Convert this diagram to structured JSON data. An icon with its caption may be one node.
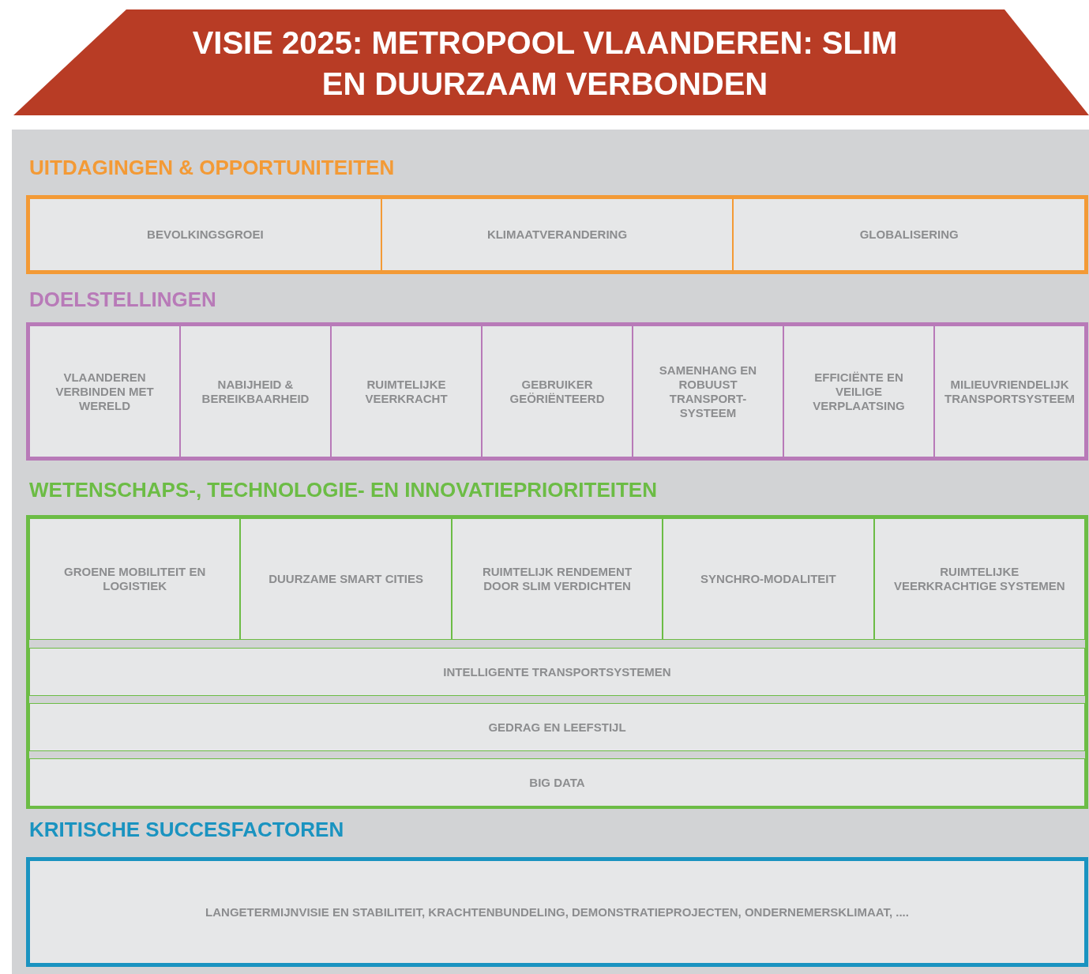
{
  "diagram": {
    "title": "VISIE 2025: METROPOOL VLAANDEREN: SLIM EN DUURZAAM VERBONDEN",
    "nodes": [
      {
        "text": [
          "UITDAGINGEN & OPPORTUNITEITEN"
        ]
      },
      {
        "text": [
          "BEVOLKINGSGROEI"
        ],
        "in": 0
      },
      {
        "text": [
          "KLIMAATVERANDERING"
        ],
        "in": 0
      },
      {
        "text": [
          "GLOBALISERING"
        ],
        "in": 0
      },
      {
        "text": [
          "DOELSTELLINGEN"
        ]
      },
      {
        "text": [
          "VLAANDEREN VERBINDEN MET WERELD"
        ],
        "in": 4
      },
      {
        "text": [
          "NABIJHEID & BEREIKBAARHEID"
        ],
        "in": 4
      },
      {
        "text": [
          "RUIMTELIJKE VEERKRACHT"
        ],
        "in": 4
      },
      {
        "text": [
          "GEBRUIKER GEÖRIËNTEERD"
        ],
        "in": 4
      },
      {
        "text": [
          "SAMENHANG EN ROBUUST TRANSPORT-SYSTEEM"
        ],
        "in": 4
      },
      {
        "text": [
          "EFFICIËNTE EN VEILIGE VERPLAATSING"
        ],
        "in": 4
      },
      {
        "text": [
          "MILIEUVRIENDELIJK TRANSPORTSYSTEEM"
        ],
        "in": 4
      },
      {
        "text": [
          "WETENSCHAPS-, TECHNOLOGIE- EN INNOVATIEPRIORITEITEN"
        ]
      },
      {
        "text": [
          "GROENE MOBILITEIT EN LOGISTIEK"
        ],
        "in": 12
      },
      {
        "text": [
          "DUURZAME SMART CITIES"
        ],
        "in": 12
      },
      {
        "text": [
          "RUIMTELIJK RENDEMENT DOOR SLIM VERDICHTEN"
        ],
        "in": 12
      },
      {
        "text": [
          "SYNCHRO-MODALITEIT"
        ],
        "in": 12
      },
      {
        "text": [
          "RUIMTELIJKE VEERKRACHTIGE SYSTEMEN"
        ],
        "in": 12
      },
      {
        "text": [
          "INTELLIGENTE TRANSPORTSYSTEMEN"
        ],
        "in": 12
      },
      {
        "text": [
          "GEDRAG EN LEEFSTIJL"
        ],
        "in": 12
      },
      {
        "text": [
          "BIG DATA"
        ],
        "in": 12
      },
      {
        "text": [
          "KRITISCHE SUCCESFACTOREN"
        ]
      },
      {
        "text": [
          "LANGETERMIJNVISIE EN STABILITEIT, KRACHTENBUNDELING, DEMONSTRATIEPROJECTEN, ONDERNEMERSKLIMAAT, ...."
        ],
        "in": 21
      }
    ]
  }
}
